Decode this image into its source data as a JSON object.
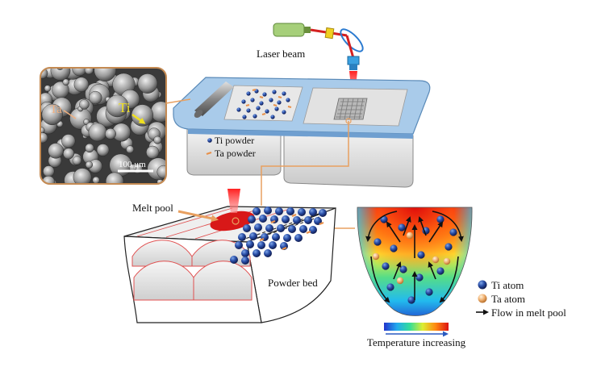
{
  "labels": {
    "laser_beam": "Laser beam",
    "ti_powder": "Ti powder",
    "ta_powder": "Ta powder",
    "melt_pool": "Melt pool",
    "powder_bed": "Powder bed",
    "sem_ta": "Ta",
    "sem_ti": "Ti",
    "scale_bar": "100 μm"
  },
  "legend": {
    "ti_atom": "Ti atom",
    "ta_atom": "Ta atom",
    "flow": "Flow in melt pool"
  },
  "colorbar": {
    "caption": "Temperature increasing",
    "stops": [
      "#2233cc",
      "#22aaee",
      "#33dd99",
      "#ddee33",
      "#ff8811",
      "#dd1111"
    ]
  },
  "colors": {
    "laser_red": "#e82222",
    "ti_blue": "#1f3a8a",
    "ta_orange": "#e8904a",
    "leader_orange": "#e8a060",
    "plate_blue": "#a9cbea",
    "frame_brown": "#c48a52"
  }
}
